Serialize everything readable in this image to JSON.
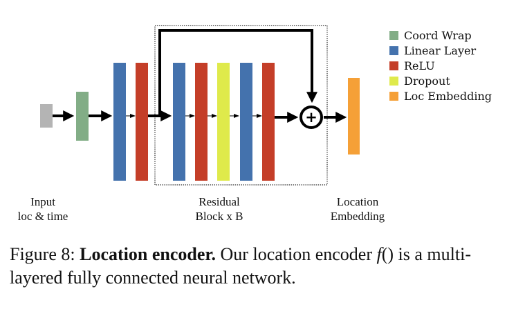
{
  "diagram": {
    "legend": [
      {
        "label": "Coord Wrap",
        "color": "#82ad86"
      },
      {
        "label": "Linear Layer",
        "color": "#4472ad"
      },
      {
        "label": "ReLU",
        "color": "#c43e28"
      },
      {
        "label": "Dropout",
        "color": "#dfea4b"
      },
      {
        "label": "Loc Embedding",
        "color": "#f5a037"
      }
    ],
    "input_color": "#b4b4b4",
    "layers_pre": [
      "Coord Wrap",
      "Linear Layer",
      "ReLU"
    ],
    "layers_block": [
      "Linear Layer",
      "ReLU",
      "Dropout",
      "Linear Layer",
      "ReLU"
    ],
    "add_node_symbol": "+",
    "labels": {
      "input_line1": "Input",
      "input_line2": "loc & time",
      "residual_line1": "Residual",
      "residual_line2": "Block x B",
      "output_line1": "Location",
      "output_line2": "Embedding"
    }
  },
  "caption": {
    "prefix": "Figure 8: ",
    "bold": "Location encoder.",
    "text1": " Our location encoder ",
    "func": "f",
    "text2": "() is a multi-layered fully connected neural network."
  }
}
